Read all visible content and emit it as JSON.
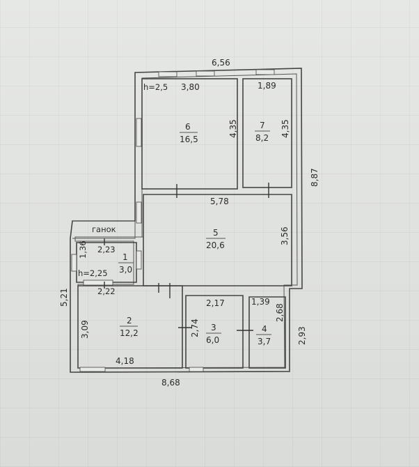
{
  "outer_dimensions": {
    "top_width": "6,56",
    "right_height": "8,87",
    "bottom_width": "8,68",
    "left_height": "5,21",
    "right_lower_height": "2,93"
  },
  "porch_label": "ганок",
  "rooms": [
    {
      "id": "1",
      "area": "3,0",
      "dims": [
        "1,36",
        "2,23",
        "h=2,25",
        "2,22"
      ]
    },
    {
      "id": "2",
      "area": "12,2",
      "dims": [
        "3,09",
        "4,18"
      ]
    },
    {
      "id": "3",
      "area": "6,0",
      "dims": [
        "2,17",
        "2,74"
      ]
    },
    {
      "id": "4",
      "area": "3,7",
      "dims": [
        "1,39",
        "2,68"
      ]
    },
    {
      "id": "5",
      "area": "20,6",
      "dims": [
        "5,78",
        "3,56"
      ]
    },
    {
      "id": "6",
      "area": "16,5",
      "dims": [
        "h=2,5",
        "3,80",
        "4,35"
      ]
    },
    {
      "id": "7",
      "area": "8,2",
      "dims": [
        "1,89",
        "4,35"
      ]
    }
  ]
}
